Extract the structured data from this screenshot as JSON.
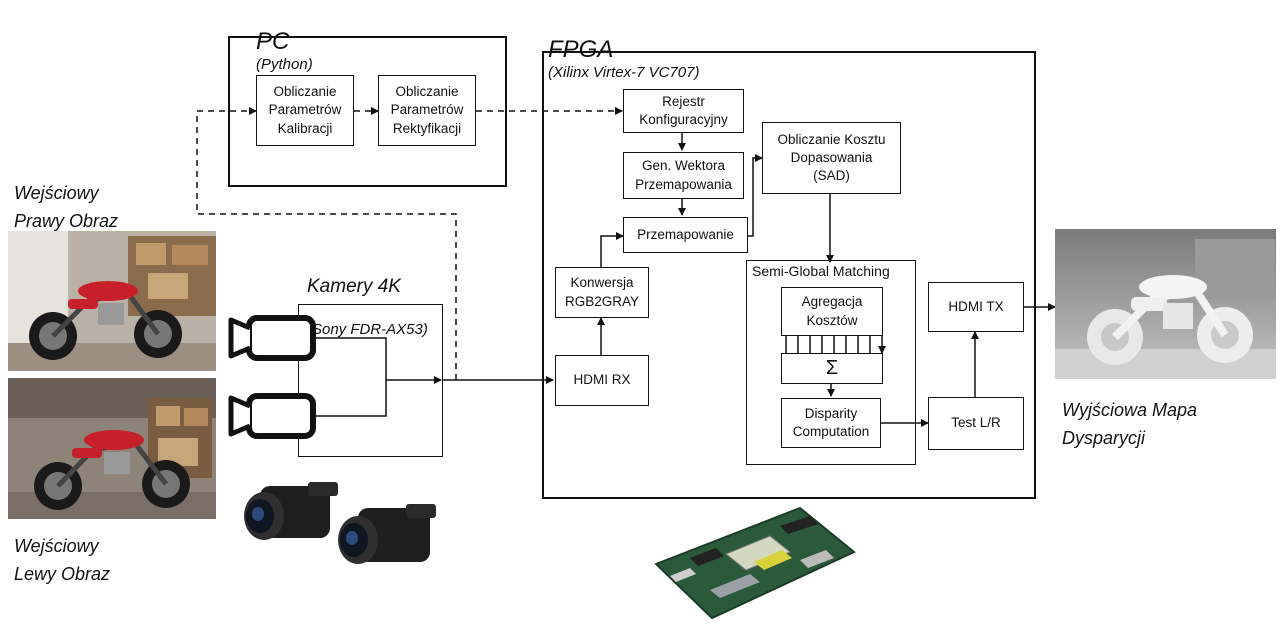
{
  "pc": {
    "title": "PC",
    "subtitle": "(Python)"
  },
  "fpga": {
    "title": "FPGA",
    "subtitle": "(Xilinx Virtex-7 VC707)"
  },
  "cameras": {
    "title": "Kamery 4K",
    "subtitle": "(Sony FDR-AX53)"
  },
  "blocks": {
    "calib": "Obliczanie\nParametrów\nKalibracji",
    "rect": "Obliczanie\nParametrów\nRektyfikacji",
    "reg": "Rejestr\nKonfiguracyjny",
    "gen": "Gen. Wektora\nPrzemapowania",
    "remap": "Przemapowanie",
    "conv": "Konwersja\nRGB2GRAY",
    "hdmirx": "HDMI RX",
    "cost": "Obliczanie Kosztu\nDopasowania\n(SAD)",
    "sgm": "Semi-Global Matching",
    "agg": "Agregacja\nKosztów",
    "sum": "Σ",
    "disp": "Disparity\nComputation",
    "hdmitx": "HDMI TX",
    "lr": "Test L/R"
  },
  "captions": {
    "right_image": "Wejściowy\nPrawy Obraz",
    "left_image": "Wejściowy\nLewy Obraz",
    "output": "Wyjściowa Mapa\nDysparycji"
  },
  "colors": {
    "line": "#111111",
    "motorcycle": "#c8202a",
    "depth_bg": "#9a9a9a",
    "depth_fg": "#eeeeee"
  }
}
